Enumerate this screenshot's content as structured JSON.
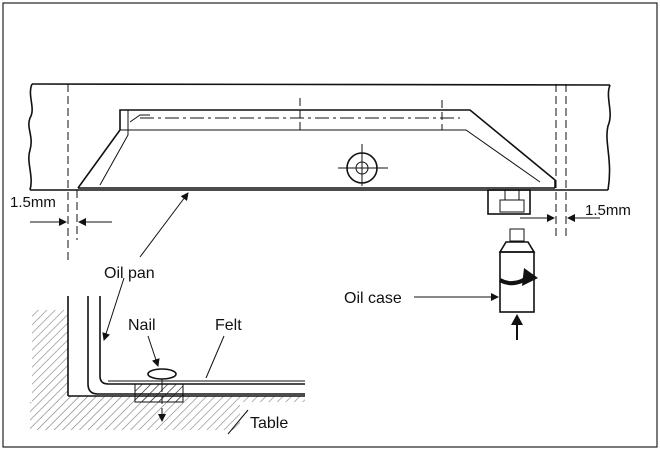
{
  "labels": {
    "dim_left": "1.5mm",
    "dim_right": "1.5mm",
    "oil_pan": "Oil pan",
    "oil_case": "Oil case",
    "nail": "Nail",
    "felt": "Felt",
    "table": "Table"
  },
  "colors": {
    "line": "#111111",
    "background": "#ffffff"
  }
}
